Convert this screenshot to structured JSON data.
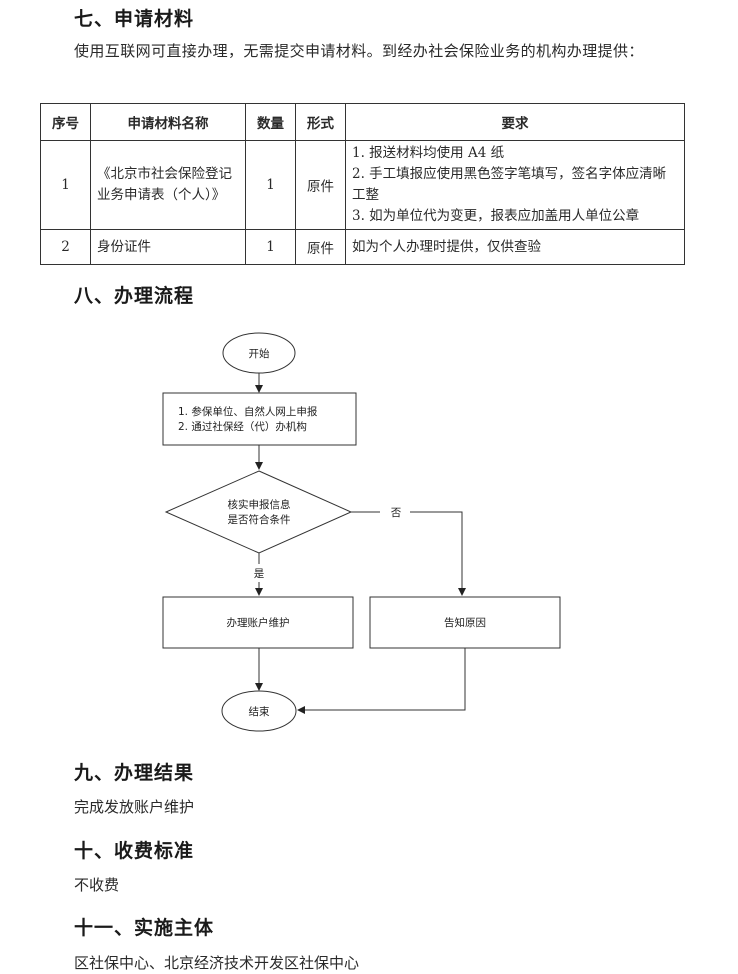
{
  "sec7": {
    "title": "七、申请材料",
    "intro": "使用互联网可直接办理，无需提交申请材料。到经办社会保险业务的机构办理提供："
  },
  "table": {
    "headers": [
      "序号",
      "申请材料名称",
      "数量",
      "形式",
      "要求"
    ],
    "rows": [
      {
        "no": "1",
        "name": "《北京市社会保险登记业务申请表（个人）》",
        "qty": "1",
        "form": "原件",
        "req": [
          "1. 报送材料均使用 A4 纸",
          "2. 手工填报应使用黑色签字笔填写，签名字体应清晰工整",
          "3. 如为单位代为变更，报表应加盖用人单位公章"
        ]
      },
      {
        "no": "2",
        "name": "身份证件",
        "qty": "1",
        "form": "原件",
        "req": [
          "如为个人办理时提供，仅供查验"
        ]
      }
    ]
  },
  "sec8": {
    "title": "八、办理流程",
    "flow": {
      "start": "开始",
      "step1_line1": "1. 参保单位、自然人网上申报",
      "step1_line2": "2. 通过社保经（代）办机构",
      "decision_line1": "核实申报信息",
      "decision_line2": "是否符合条件",
      "no_label": "否",
      "yes_label": "是",
      "process": "办理账户维护",
      "reject": "告知原因",
      "end": "结束"
    }
  },
  "sec9": {
    "title": "九、办理结果",
    "text": "完成发放账户维护"
  },
  "sec10": {
    "title": "十、收费标准",
    "text": "不收费"
  },
  "sec11": {
    "title": "十一、实施主体",
    "text": "区社保中心、北京经济技术开发区社保中心"
  }
}
